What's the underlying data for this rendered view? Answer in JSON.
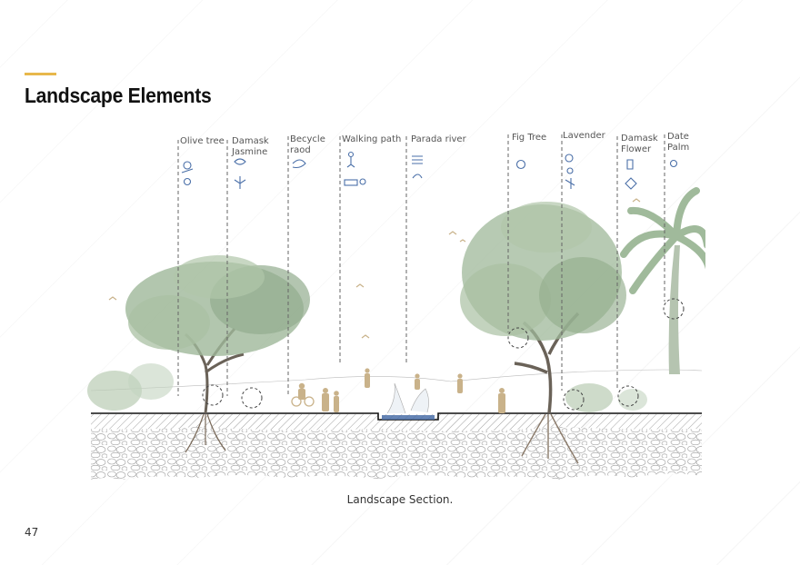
{
  "header": {
    "title": "Landscape Elements"
  },
  "elements": [
    {
      "label": "Olive tree"
    },
    {
      "label": "Damask Jasmine"
    },
    {
      "label": "Becycle raod"
    },
    {
      "label": "Walking path"
    },
    {
      "label": "Parada river"
    },
    {
      "label": "Fig Tree"
    },
    {
      "label": "Lavender"
    },
    {
      "label": "Damask Flower"
    },
    {
      "label": "Date Palm"
    }
  ],
  "caption": "Landscape Section.",
  "page_number": "47",
  "colors": {
    "accent": "#e8b84b",
    "tree_green": "#9fb89a",
    "icon_blue": "#4a6fa8",
    "figure_tan": "#c9b28a"
  }
}
